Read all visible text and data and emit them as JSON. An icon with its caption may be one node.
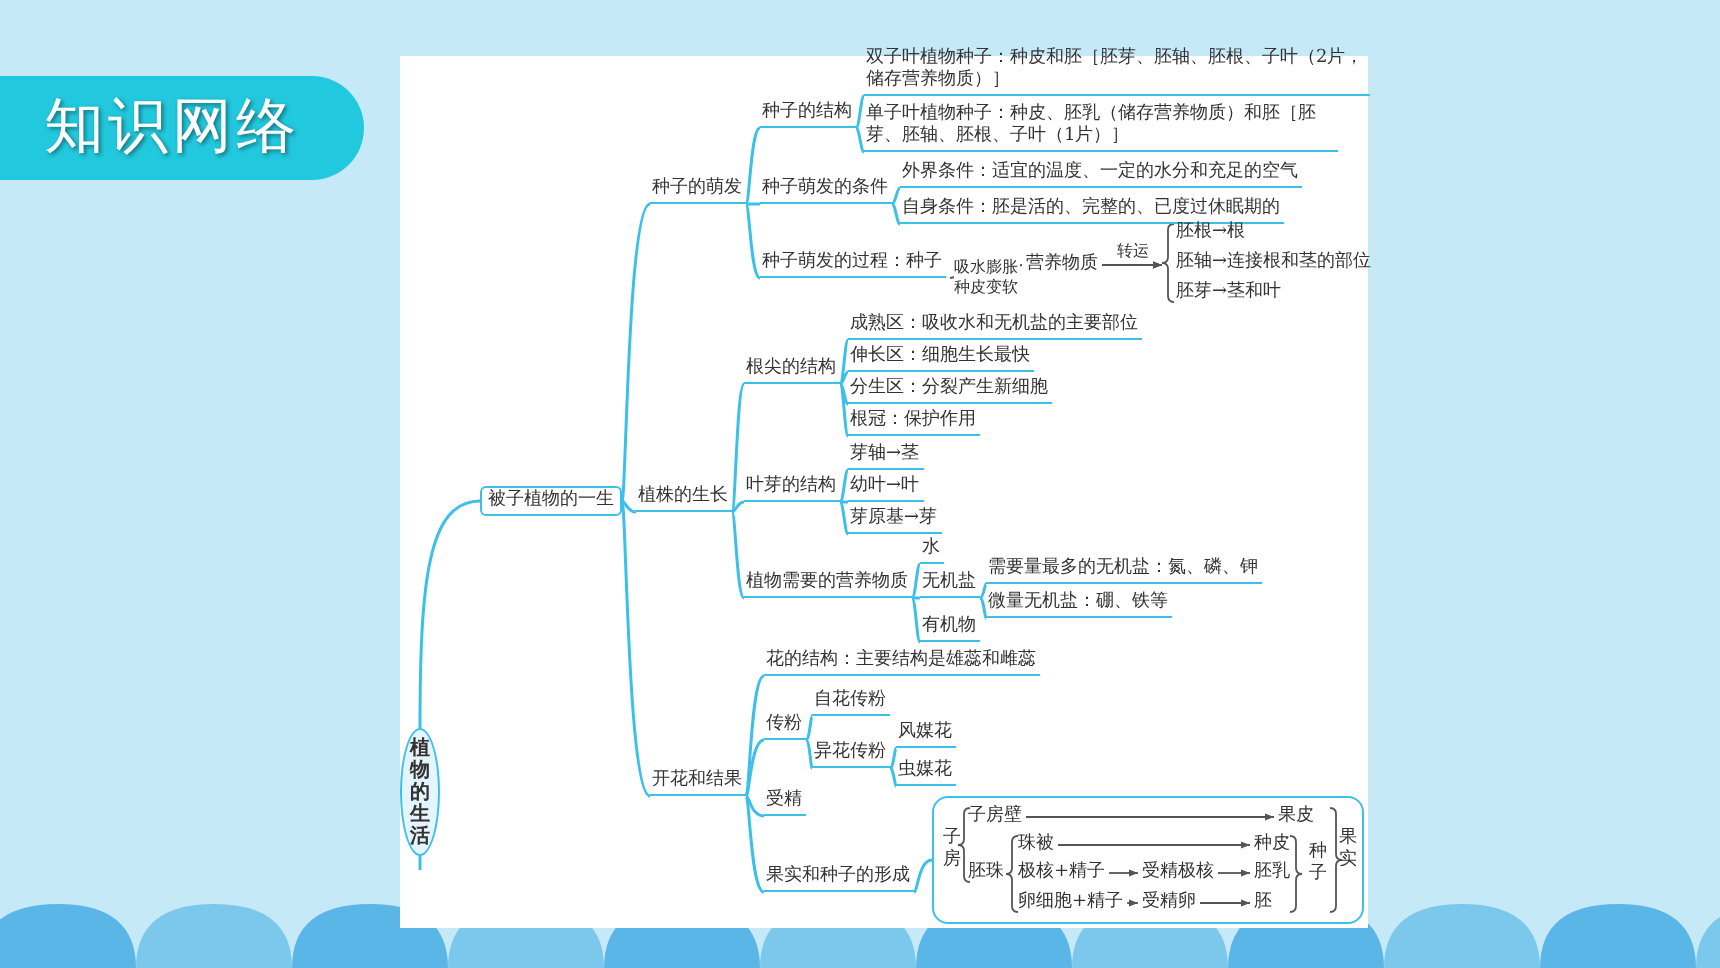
{
  "diagram": {
    "title": "知识网络",
    "nodes": [
      {
        "text": [
          "植物的生活"
        ]
      },
      {
        "text": [
          "被子植物的一生"
        ]
      },
      {
        "text": [
          "种子的萌发"
        ]
      },
      {
        "text": [
          "种子的结构"
        ]
      },
      {
        "text": [
          "双子叶植物种子：种皮和胚［胚芽、胚轴、胚根、子叶（2片，储存营养物质）］"
        ]
      },
      {
        "text": [
          "单子叶植物种子：种皮、胚乳（储存营养物质）和胚［胚芽、胚轴、胚根、子叶（1片）］"
        ]
      },
      {
        "text": [
          "种子萌发的条件"
        ]
      },
      {
        "text": [
          "外界条件：适宜的温度、一定的水分和充足的空气"
        ]
      },
      {
        "text": [
          "自身条件：胚是活的、完整的、已度过休眠期的"
        ]
      },
      {
        "text": [
          "种子萌发的过程：种子"
        ]
      },
      {
        "text": [
          "营养物质"
        ]
      },
      {
        "text": [
          "胚根→根"
        ]
      },
      {
        "text": [
          "胚轴→连接根和茎的部位"
        ]
      },
      {
        "text": [
          "胚芽→茎和叶"
        ]
      },
      {
        "text": [
          "植株的生长"
        ]
      },
      {
        "text": [
          "根尖的结构"
        ]
      },
      {
        "text": [
          "成熟区：吸收水和无机盐的主要部位"
        ]
      },
      {
        "text": [
          "伸长区：细胞生长最快"
        ]
      },
      {
        "text": [
          "分生区：分裂产生新细胞"
        ]
      },
      {
        "text": [
          "根冠：保护作用"
        ]
      },
      {
        "text": [
          "叶芽的结构"
        ]
      },
      {
        "text": [
          "芽轴→茎"
        ]
      },
      {
        "text": [
          "幼叶→叶"
        ]
      },
      {
        "text": [
          "芽原基→芽"
        ]
      },
      {
        "text": [
          "植物需要的营养物质"
        ]
      },
      {
        "text": [
          "水"
        ]
      },
      {
        "text": [
          "无机盐"
        ]
      },
      {
        "text": [
          "需要量最多的无机盐：氮、磷、钾"
        ]
      },
      {
        "text": [
          "微量无机盐：硼、铁等"
        ]
      },
      {
        "text": [
          "有机物"
        ]
      },
      {
        "text": [
          "开花和结果"
        ]
      },
      {
        "text": [
          "花的结构：主要结构是雄蕊和雌蕊"
        ]
      },
      {
        "text": [
          "传粉"
        ]
      },
      {
        "text": [
          "自花传粉"
        ]
      },
      {
        "text": [
          "异花传粉"
        ]
      },
      {
        "text": [
          "风媒花"
        ]
      },
      {
        "text": [
          "虫媒花"
        ]
      },
      {
        "text": [
          "受精"
        ]
      },
      {
        "text": [
          "果实和种子的形成"
        ]
      },
      {
        "text": [],
        "shape": "box"
      },
      {
        "text": [
          "子房"
        ],
        "in": 39
      },
      {
        "text": [
          "子房壁"
        ],
        "in": 39
      },
      {
        "text": [
          "果皮"
        ],
        "in": 39
      },
      {
        "text": [
          "胚珠"
        ],
        "in": 39
      },
      {
        "text": [
          "珠被"
        ],
        "in": 39
      },
      {
        "text": [
          "种皮"
        ],
        "in": 39
      },
      {
        "text": [
          "极核+精子"
        ],
        "in": 39
      },
      {
        "text": [
          "受精极核"
        ],
        "in": 39
      },
      {
        "text": [
          "胚乳"
        ],
        "in": 39
      },
      {
        "text": [
          "卵细胞+精子"
        ],
        "in": 39
      },
      {
        "text": [
          "受精卵"
        ],
        "in": 39
      },
      {
        "text": [
          "胚"
        ],
        "in": 39
      },
      {
        "text": [
          "种子"
        ],
        "in": 39
      },
      {
        "text": [
          "果实"
        ],
        "in": 39
      }
    ],
    "edges": [
      {
        "from": 0,
        "to": 1,
        "arrow": "none"
      },
      {
        "from": 0,
        "to": null,
        "arrow": "none"
      },
      {
        "from": 1,
        "to": 2,
        "arrow": "none"
      },
      {
        "from": 1,
        "to": 14,
        "arrow": "none"
      },
      {
        "from": 1,
        "to": 30,
        "arrow": "none"
      },
      {
        "from": 2,
        "to": 3,
        "arrow": "none"
      },
      {
        "from": 2,
        "to": 6,
        "arrow": "none"
      },
      {
        "from": 2,
        "to": 9,
        "arrow": "none"
      },
      {
        "from": 3,
        "to": 4,
        "arrow": "none"
      },
      {
        "from": 3,
        "to": 5,
        "arrow": "none"
      },
      {
        "from": 6,
        "to": 7,
        "arrow": "none"
      },
      {
        "from": 6,
        "to": 8,
        "arrow": "none"
      },
      {
        "from": 9,
        "to": 10,
        "arrow": "to",
        "label": "吸水膨胀种皮变软",
        "color": "#555555"
      },
      {
        "from": 10,
        "to": 11,
        "arrow": "to",
        "color": "#555555"
      },
      {
        "from": 10,
        "to": 12,
        "arrow": "to",
        "label": "转运",
        "color": "#555555"
      },
      {
        "from": 10,
        "to": 13,
        "arrow": "to",
        "color": "#555555"
      },
      {
        "from": 14,
        "to": 15,
        "arrow": "none"
      },
      {
        "from": 14,
        "to": 20,
        "arrow": "none"
      },
      {
        "from": 14,
        "to": 24,
        "arrow": "none"
      },
      {
        "from": 15,
        "to": 16,
        "arrow": "none"
      },
      {
        "from": 15,
        "to": 17,
        "arrow": "none"
      },
      {
        "from": 15,
        "to": 18,
        "arrow": "none"
      },
      {
        "from": 15,
        "to": 19,
        "arrow": "none"
      },
      {
        "from": 20,
        "to": 21,
        "arrow": "none"
      },
      {
        "from": 20,
        "to": 22,
        "arrow": "none"
      },
      {
        "from": 20,
        "to": 23,
        "arrow": "none"
      },
      {
        "from": 24,
        "to": 25,
        "arrow": "none"
      },
      {
        "from": 24,
        "to": 26,
        "arrow": "none"
      },
      {
        "from": 24,
        "to": 29,
        "arrow": "none"
      },
      {
        "from": 26,
        "to": 27,
        "arrow": "none"
      },
      {
        "from": 26,
        "to": 28,
        "arrow": "none"
      },
      {
        "from": 30,
        "to": 31,
        "arrow": "none"
      },
      {
        "from": 30,
        "to": 32,
        "arrow": "none"
      },
      {
        "from": 30,
        "to": 37,
        "arrow": "none"
      },
      {
        "from": 30,
        "to": 38,
        "arrow": "none"
      },
      {
        "from": 32,
        "to": 33,
        "arrow": "none"
      },
      {
        "from": 32,
        "to": 34,
        "arrow": "none"
      },
      {
        "from": 34,
        "to": 35,
        "arrow": "none"
      },
      {
        "from": 34,
        "to": 36,
        "arrow": "none"
      },
      {
        "from": 38,
        "to": 39,
        "arrow": "none"
      },
      {
        "from": 41,
        "to": 42,
        "arrow": "to",
        "color": "#555555"
      },
      {
        "from": 44,
        "to": 45,
        "arrow": "to",
        "color": "#555555"
      },
      {
        "from": 46,
        "to": 47,
        "arrow": "to",
        "color": "#555555"
      },
      {
        "from": 47,
        "to": 48,
        "arrow": "to",
        "color": "#555555"
      },
      {
        "from": 49,
        "to": 50,
        "arrow": "to",
        "color": "#555555"
      },
      {
        "from": 50,
        "to": 51,
        "arrow": "to",
        "color": "#555555"
      }
    ]
  }
}
